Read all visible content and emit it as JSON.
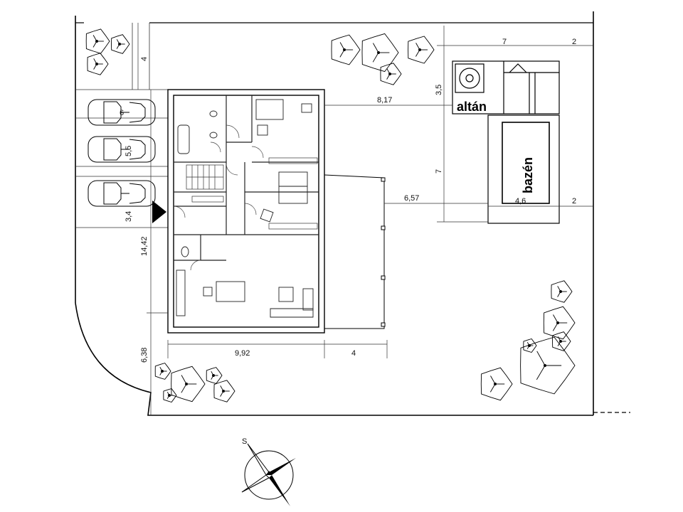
{
  "labels": {
    "gazebo": "altán",
    "pool": "bazén",
    "compass_south": "S"
  },
  "dimensions": {
    "top_left_4": "4",
    "parking_6": "6",
    "parking_5_5": "5,5",
    "parking_3_4": "3,4",
    "house_depth": "14,42",
    "front_6_38": "6,38",
    "house_width": "9,92",
    "terrace_width": "4",
    "to_gazebo": "8,17",
    "to_pool": "6,57",
    "gazebo_depth": "3,5",
    "gazebo_width": "7",
    "gazebo_right": "2",
    "pool_length": "7",
    "pool_width": "4,6",
    "pool_right": "2"
  },
  "colors": {
    "line": "#000000",
    "wall": "#1a1a1a",
    "thin": "#555555"
  }
}
